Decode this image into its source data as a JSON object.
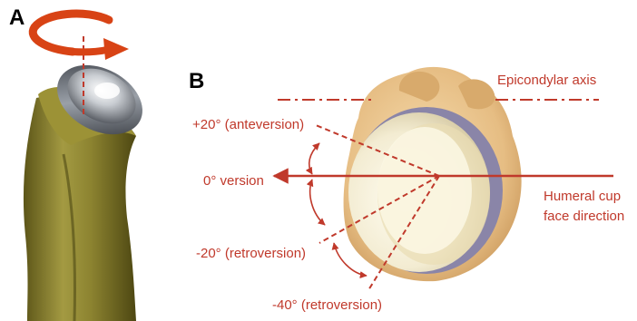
{
  "panels": {
    "a": "A",
    "b": "B"
  },
  "labels": {
    "epicondylar_axis": "Epicondylar axis",
    "anteversion": "+20° (anteversion)",
    "zero_version": "0° version",
    "retroversion_20": "-20° (retroversion)",
    "retroversion_40": "-40° (retroversion)",
    "cup_line1": "Humeral cup",
    "cup_line2": "face direction"
  },
  "colors": {
    "annotation": "#c0392b",
    "arrow_orange": "#d84315",
    "humerus": "#8a7f2a",
    "bone_b": "#e8c48a",
    "cup_inner": "#f7f1d8",
    "metal": "#9aa0a8"
  }
}
